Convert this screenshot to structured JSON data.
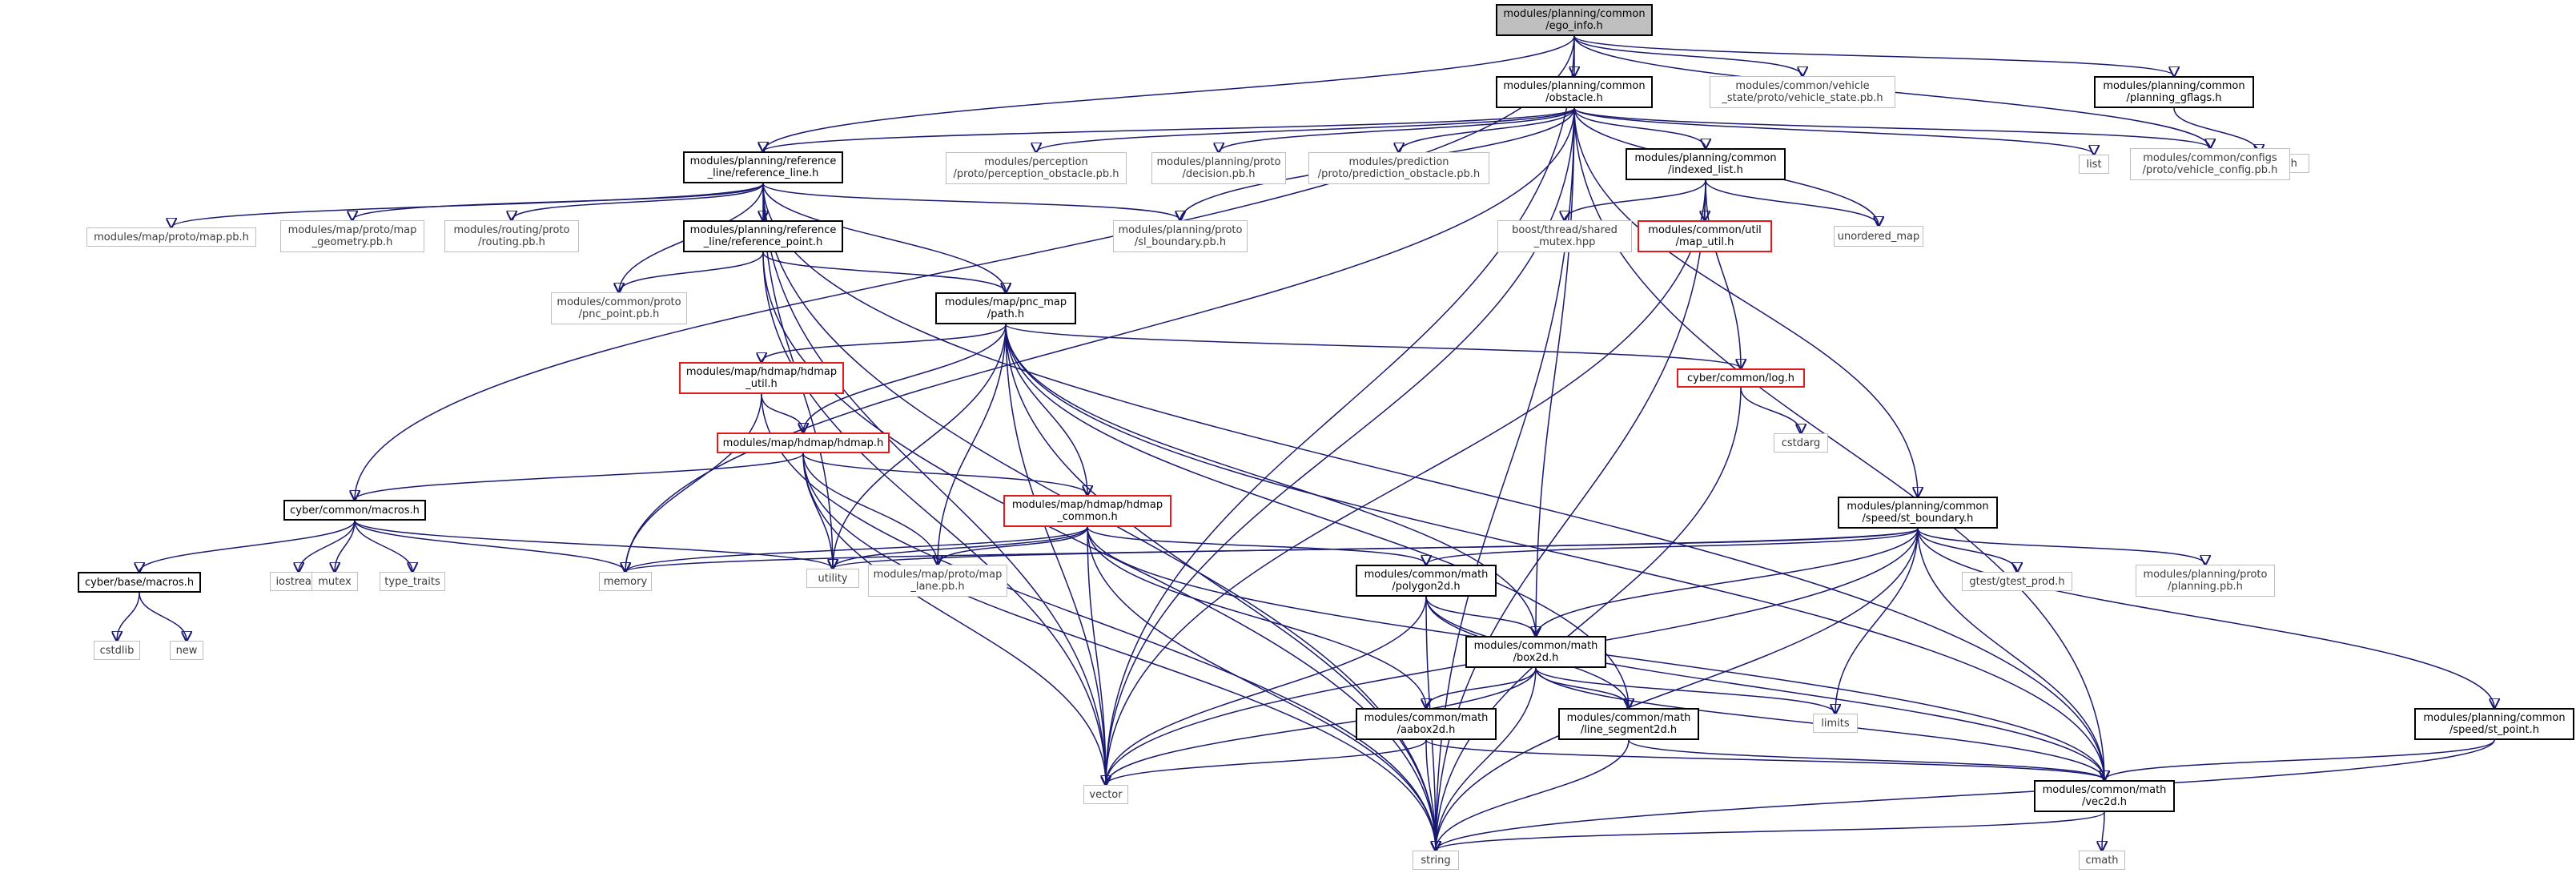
{
  "colors": {
    "edge": "#191970",
    "edge_indirect": "#8c8c8c",
    "root_fill": "#bfbfbf",
    "missing_border": "#e41a1a"
  },
  "nodes": [
    {
      "id": "ego",
      "label": "modules/planning/common\n/ego_info.h",
      "kind": "root"
    },
    {
      "id": "refline",
      "label": "modules/planning/reference\n_line/reference_line.h",
      "kind": "doc"
    },
    {
      "id": "obstacle",
      "label": "modules/planning/common\n/obstacle.h",
      "kind": "doc"
    },
    {
      "id": "vehicle_state",
      "label": "modules/common/vehicle\n_state/proto/vehicle_state.pb.h",
      "kind": "plain"
    },
    {
      "id": "gflags_pl",
      "label": "modules/planning/common\n/planning_gflags.h",
      "kind": "doc"
    },
    {
      "id": "gflags",
      "label": "gflags/gflags.h",
      "kind": "plain"
    },
    {
      "id": "perc_obs",
      "label": "modules/perception\n/proto/perception_obstacle.pb.h",
      "kind": "plain"
    },
    {
      "id": "decision",
      "label": "modules/planning/proto\n/decision.pb.h",
      "kind": "plain"
    },
    {
      "id": "pred_obs",
      "label": "modules/prediction\n/proto/prediction_obstacle.pb.h",
      "kind": "plain"
    },
    {
      "id": "indexed_list",
      "label": "modules/planning/common\n/indexed_list.h",
      "kind": "doc"
    },
    {
      "id": "list",
      "label": "list",
      "kind": "plain"
    },
    {
      "id": "vehicle_config",
      "label": "modules/common/configs\n/proto/vehicle_config.pb.h",
      "kind": "plain"
    },
    {
      "id": "map_pb",
      "label": "modules/map/proto/map.pb.h",
      "kind": "plain"
    },
    {
      "id": "map_geom",
      "label": "modules/map/proto/map\n_geometry.pb.h",
      "kind": "plain"
    },
    {
      "id": "routing",
      "label": "modules/routing/proto\n/routing.pb.h",
      "kind": "plain"
    },
    {
      "id": "ref_point",
      "label": "modules/planning/reference\n_line/reference_point.h",
      "kind": "doc"
    },
    {
      "id": "sl_boundary",
      "label": "modules/planning/proto\n/sl_boundary.pb.h",
      "kind": "plain"
    },
    {
      "id": "shared_mutex",
      "label": "boost/thread/shared\n_mutex.hpp",
      "kind": "plain"
    },
    {
      "id": "map_util",
      "label": "modules/common/util\n/map_util.h",
      "kind": "red"
    },
    {
      "id": "unordered_map",
      "label": "unordered_map",
      "kind": "plain"
    },
    {
      "id": "pnc_point",
      "label": "modules/common/proto\n/pnc_point.pb.h",
      "kind": "plain"
    },
    {
      "id": "path",
      "label": "modules/map/pnc_map\n/path.h",
      "kind": "doc"
    },
    {
      "id": "hdmap_util",
      "label": "modules/map/hdmap/hdmap\n_util.h",
      "kind": "red"
    },
    {
      "id": "log",
      "label": "cyber/common/log.h",
      "kind": "red"
    },
    {
      "id": "cstdarg",
      "label": "cstdarg",
      "kind": "plain"
    },
    {
      "id": "hdmap",
      "label": "modules/map/hdmap/hdmap.h",
      "kind": "red"
    },
    {
      "id": "macros",
      "label": "cyber/common/macros.h",
      "kind": "doc"
    },
    {
      "id": "hdmap_common",
      "label": "modules/map/hdmap/hdmap\n_common.h",
      "kind": "red"
    },
    {
      "id": "st_boundary",
      "label": "modules/planning/common\n/speed/st_boundary.h",
      "kind": "doc"
    },
    {
      "id": "base_macros",
      "label": "cyber/base/macros.h",
      "kind": "doc"
    },
    {
      "id": "iostream",
      "label": "iostream",
      "kind": "plain"
    },
    {
      "id": "mutex",
      "label": "mutex",
      "kind": "plain"
    },
    {
      "id": "type_traits",
      "label": "type_traits",
      "kind": "plain"
    },
    {
      "id": "memory",
      "label": "memory",
      "kind": "plain"
    },
    {
      "id": "utility",
      "label": "utility",
      "kind": "plain"
    },
    {
      "id": "lane_pb",
      "label": "modules/map/proto/map\n_lane.pb.h",
      "kind": "plain"
    },
    {
      "id": "polygon",
      "label": "modules/common/math\n/polygon2d.h",
      "kind": "doc"
    },
    {
      "id": "gtest",
      "label": "gtest/gtest_prod.h",
      "kind": "plain"
    },
    {
      "id": "planning_pb",
      "label": "modules/planning/proto\n/planning.pb.h",
      "kind": "plain"
    },
    {
      "id": "cstdlib",
      "label": "cstdlib",
      "kind": "plain"
    },
    {
      "id": "new",
      "label": "new",
      "kind": "plain"
    },
    {
      "id": "box2d",
      "label": "modules/common/math\n/box2d.h",
      "kind": "doc"
    },
    {
      "id": "aabox",
      "label": "modules/common/math\n/aabox2d.h",
      "kind": "doc"
    },
    {
      "id": "line_seg",
      "label": "modules/common/math\n/line_segment2d.h",
      "kind": "doc"
    },
    {
      "id": "limits",
      "label": "limits",
      "kind": "plain"
    },
    {
      "id": "st_point",
      "label": "modules/planning/common\n/speed/st_point.h",
      "kind": "doc"
    },
    {
      "id": "vector",
      "label": "vector",
      "kind": "plain"
    },
    {
      "id": "vec2d",
      "label": "modules/common/math\n/vec2d.h",
      "kind": "doc"
    },
    {
      "id": "string",
      "label": "string",
      "kind": "plain"
    },
    {
      "id": "cmath",
      "label": "cmath",
      "kind": "plain"
    }
  ],
  "edges": [
    [
      "ego",
      "refline"
    ],
    [
      "ego",
      "obstacle"
    ],
    [
      "ego",
      "vehicle_state"
    ],
    [
      "ego",
      "gflags_pl"
    ],
    [
      "ego",
      "macros"
    ],
    [
      "ego",
      "vector"
    ],
    [
      "ego",
      "vehicle_config"
    ],
    [
      "gflags_pl",
      "gflags"
    ],
    [
      "obstacle",
      "refline"
    ],
    [
      "obstacle",
      "perc_obs"
    ],
    [
      "obstacle",
      "decision"
    ],
    [
      "obstacle",
      "pred_obs"
    ],
    [
      "obstacle",
      "indexed_list"
    ],
    [
      "obstacle",
      "list"
    ],
    [
      "obstacle",
      "vehicle_config"
    ],
    [
      "obstacle",
      "sl_boundary"
    ],
    [
      "obstacle",
      "unordered_map"
    ],
    [
      "obstacle",
      "memory"
    ],
    [
      "obstacle",
      "vector"
    ],
    [
      "obstacle",
      "box2d"
    ],
    [
      "obstacle",
      "string"
    ],
    [
      "obstacle",
      "st_boundary"
    ],
    [
      "obstacle",
      "vec2d"
    ],
    [
      "indexed_list",
      "shared_mutex"
    ],
    [
      "indexed_list",
      "map_util"
    ],
    [
      "indexed_list",
      "unordered_map"
    ],
    [
      "indexed_list",
      "log"
    ],
    [
      "indexed_list",
      "vector"
    ],
    [
      "indexed_list",
      "string"
    ],
    [
      "refline",
      "map_pb"
    ],
    [
      "refline",
      "map_geom"
    ],
    [
      "refline",
      "routing"
    ],
    [
      "refline",
      "ref_point"
    ],
    [
      "refline",
      "sl_boundary"
    ],
    [
      "refline",
      "pnc_point"
    ],
    [
      "refline",
      "path"
    ],
    [
      "refline",
      "utility"
    ],
    [
      "refline",
      "vector"
    ],
    [
      "refline",
      "string"
    ],
    [
      "refline",
      "vec2d"
    ],
    [
      "ref_point",
      "pnc_point"
    ],
    [
      "ref_point",
      "path"
    ],
    [
      "ref_point",
      "vector"
    ],
    [
      "ref_point",
      "string"
    ],
    [
      "path",
      "hdmap_util"
    ],
    [
      "path",
      "hdmap"
    ],
    [
      "path",
      "hdmap_common"
    ],
    [
      "path",
      "log"
    ],
    [
      "path",
      "utility"
    ],
    [
      "path",
      "lane_pb"
    ],
    [
      "path",
      "vector"
    ],
    [
      "path",
      "string"
    ],
    [
      "path",
      "box2d"
    ],
    [
      "path",
      "line_seg"
    ],
    [
      "path",
      "vec2d"
    ],
    [
      "hdmap_util",
      "hdmap"
    ],
    [
      "hdmap_util",
      "memory"
    ],
    [
      "hdmap_util",
      "string"
    ],
    [
      "hdmap",
      "macros"
    ],
    [
      "hdmap",
      "hdmap_common"
    ],
    [
      "hdmap",
      "utility"
    ],
    [
      "hdmap",
      "lane_pb"
    ],
    [
      "hdmap",
      "vector"
    ],
    [
      "hdmap",
      "string"
    ],
    [
      "log",
      "cstdarg"
    ],
    [
      "log",
      "string"
    ],
    [
      "macros",
      "base_macros"
    ],
    [
      "macros",
      "iostream"
    ],
    [
      "macros",
      "mutex"
    ],
    [
      "macros",
      "type_traits"
    ],
    [
      "macros",
      "memory"
    ],
    [
      "macros",
      "utility"
    ],
    [
      "base_macros",
      "cstdlib"
    ],
    [
      "base_macros",
      "new"
    ],
    [
      "hdmap_common",
      "memory"
    ],
    [
      "hdmap_common",
      "utility"
    ],
    [
      "hdmap_common",
      "lane_pb"
    ],
    [
      "hdmap_common",
      "polygon"
    ],
    [
      "hdmap_common",
      "aabox"
    ],
    [
      "hdmap_common",
      "vector"
    ],
    [
      "hdmap_common",
      "string"
    ],
    [
      "hdmap_common",
      "vec2d"
    ],
    [
      "st_boundary",
      "memory"
    ],
    [
      "st_boundary",
      "utility"
    ],
    [
      "st_boundary",
      "polygon"
    ],
    [
      "st_boundary",
      "gtest"
    ],
    [
      "st_boundary",
      "planning_pb"
    ],
    [
      "st_boundary",
      "box2d"
    ],
    [
      "st_boundary",
      "limits"
    ],
    [
      "st_boundary",
      "vector"
    ],
    [
      "st_boundary",
      "string"
    ],
    [
      "st_boundary",
      "vec2d"
    ],
    [
      "st_boundary",
      "st_point"
    ],
    [
      "polygon",
      "box2d"
    ],
    [
      "polygon",
      "line_seg"
    ],
    [
      "polygon",
      "vector"
    ],
    [
      "polygon",
      "string"
    ],
    [
      "polygon",
      "vec2d"
    ],
    [
      "box2d",
      "aabox"
    ],
    [
      "box2d",
      "line_seg"
    ],
    [
      "box2d",
      "limits"
    ],
    [
      "box2d",
      "vector"
    ],
    [
      "box2d",
      "string"
    ],
    [
      "box2d",
      "vec2d"
    ],
    [
      "aabox",
      "vector"
    ],
    [
      "aabox",
      "string"
    ],
    [
      "aabox",
      "vec2d"
    ],
    [
      "line_seg",
      "string"
    ],
    [
      "line_seg",
      "vec2d"
    ],
    [
      "st_point",
      "vec2d"
    ],
    [
      "st_point",
      "string"
    ],
    [
      "vec2d",
      "cmath"
    ],
    [
      "vec2d",
      "string"
    ]
  ]
}
